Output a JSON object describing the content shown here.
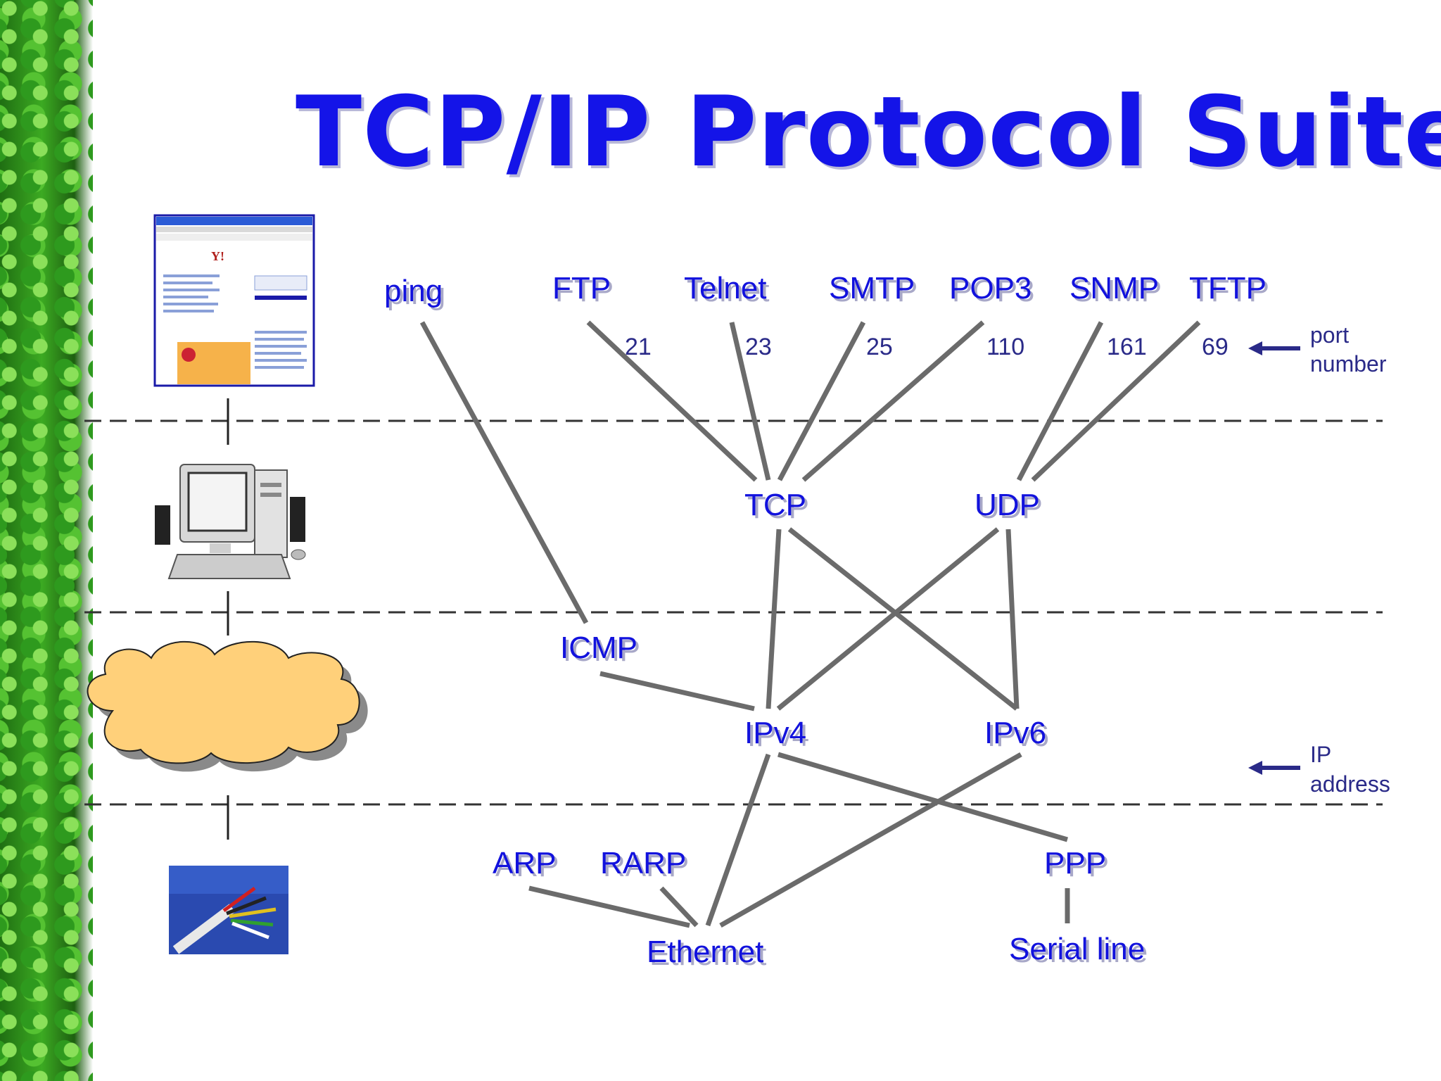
{
  "slide": {
    "title": "TCP/IP Protocol Suite"
  },
  "diagram": {
    "application_protocols": [
      "ping",
      "FTP",
      "Telnet",
      "SMTP",
      "POP3",
      "SNMP",
      "TFTP"
    ],
    "port_numbers": [
      {
        "protocol": "FTP",
        "port": "21"
      },
      {
        "protocol": "Telnet",
        "port": "23"
      },
      {
        "protocol": "SMTP",
        "port": "25"
      },
      {
        "protocol": "POP3",
        "port": "110"
      },
      {
        "protocol": "SNMP",
        "port": "161"
      },
      {
        "protocol": "TFTP",
        "port": "69"
      }
    ],
    "transport_protocols": [
      "TCP",
      "UDP"
    ],
    "network_protocols": [
      "ICMP",
      "IPv4",
      "IPv6"
    ],
    "link_protocols": [
      "ARP",
      "RARP",
      "PPP"
    ],
    "physical_media": [
      "Ethernet",
      "Serial line"
    ],
    "annotations": {
      "port_number": [
        "port",
        "number"
      ],
      "ip_address": [
        "IP",
        "address"
      ]
    },
    "edges": [
      [
        "ping",
        "ICMP"
      ],
      [
        "FTP",
        "TCP"
      ],
      [
        "Telnet",
        "TCP"
      ],
      [
        "SMTP",
        "TCP"
      ],
      [
        "POP3",
        "TCP"
      ],
      [
        "SNMP",
        "UDP"
      ],
      [
        "TFTP",
        "UDP"
      ],
      [
        "TCP",
        "IPv4"
      ],
      [
        "TCP",
        "IPv6"
      ],
      [
        "UDP",
        "IPv4"
      ],
      [
        "UDP",
        "IPv6"
      ],
      [
        "ICMP",
        "IPv4"
      ],
      [
        "IPv4",
        "Ethernet"
      ],
      [
        "IPv6",
        "Ethernet"
      ],
      [
        "IPv4",
        "PPP"
      ],
      [
        "ARP",
        "Ethernet"
      ],
      [
        "RARP",
        "Ethernet"
      ],
      [
        "PPP",
        "Serial line"
      ]
    ],
    "layer_icons": [
      "browser-window-icon",
      "desktop-computer-icon",
      "cloud-icon",
      "cable-icon"
    ],
    "colors": {
      "title": "#1414e8",
      "label": "#1212dd",
      "annotation": "#2a2a88",
      "edge": "#6b6b6b",
      "cloud": "#ffd07a"
    }
  }
}
